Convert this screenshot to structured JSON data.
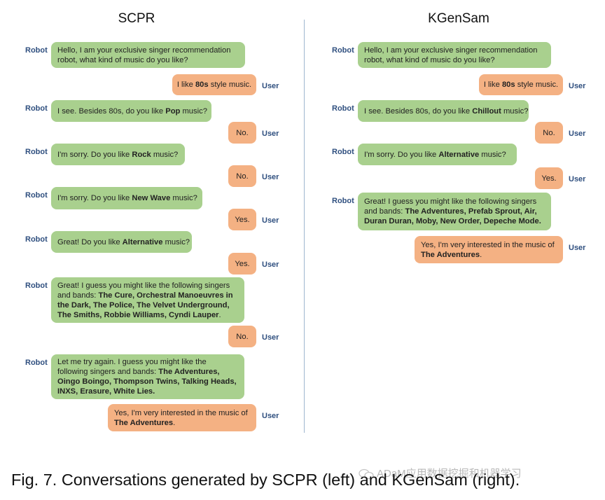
{
  "left": {
    "title": "SCPR",
    "robot_label": "Robot",
    "user_label": "User",
    "messages": [
      {
        "who": "robot",
        "lines": [
          [
            "Hello, I am your exclusive singer recommendation"
          ],
          [
            "robot, what kind of music do you like?"
          ]
        ]
      },
      {
        "who": "user",
        "lines": [
          [
            "I like ",
            {
              "b": "80s"
            },
            " style music."
          ]
        ]
      },
      {
        "who": "robot",
        "lines": [
          [
            "I see. Besides 80s, do you like ",
            {
              "b": "Pop"
            },
            " music?"
          ]
        ]
      },
      {
        "who": "user",
        "lines": [
          [
            "No."
          ]
        ]
      },
      {
        "who": "robot",
        "lines": [
          [
            "I'm sorry. Do you like ",
            {
              "b": "Rock"
            },
            " music?"
          ]
        ]
      },
      {
        "who": "user",
        "lines": [
          [
            "No."
          ]
        ]
      },
      {
        "who": "robot",
        "lines": [
          [
            "I'm sorry. Do you like ",
            {
              "b": "New Wave"
            },
            " music?"
          ]
        ]
      },
      {
        "who": "user",
        "lines": [
          [
            "Yes."
          ]
        ]
      },
      {
        "who": "robot",
        "lines": [
          [
            "Great! Do you like ",
            {
              "b": "Alternative"
            },
            " music?"
          ]
        ]
      },
      {
        "who": "user",
        "lines": [
          [
            "Yes."
          ]
        ]
      },
      {
        "who": "robot",
        "lines": [
          [
            "Great! I guess you might like the following singers"
          ],
          [
            "and bands: ",
            {
              "b": "The Cure, Orchestral Manoeuvres in"
            }
          ],
          [
            {
              "b": "the Dark, The Police, The Velvet Underground,"
            }
          ],
          [
            {
              "b": "The Smiths, Robbie Williams, Cyndi Lauper"
            },
            "."
          ]
        ]
      },
      {
        "who": "user",
        "lines": [
          [
            "No."
          ]
        ]
      },
      {
        "who": "robot",
        "lines": [
          [
            "Let me try again. I guess you might like the"
          ],
          [
            "following singers and bands: ",
            {
              "b": "The Adventures,"
            }
          ],
          [
            {
              "b": "Oingo Boingo, Thompson Twins, Talking Heads,"
            }
          ],
          [
            {
              "b": "INXS, Erasure, White Lies."
            }
          ]
        ]
      },
      {
        "who": "user",
        "lines": [
          [
            "Yes, I'm very interested in the music of"
          ],
          [
            {
              "b": "The Adventures"
            },
            "."
          ]
        ]
      }
    ]
  },
  "right": {
    "title": "KGenSam",
    "robot_label": "Robot",
    "user_label": "User",
    "messages": [
      {
        "who": "robot",
        "lines": [
          [
            "Hello, I am your exclusive singer recommendation"
          ],
          [
            "robot, what kind of music do you like?"
          ]
        ]
      },
      {
        "who": "user",
        "lines": [
          [
            "I like ",
            {
              "b": "80s"
            },
            " style music."
          ]
        ]
      },
      {
        "who": "robot",
        "lines": [
          [
            "I see. Besides 80s, do you like ",
            {
              "b": "Chillout"
            },
            " music?"
          ]
        ]
      },
      {
        "who": "user",
        "lines": [
          [
            "No."
          ]
        ]
      },
      {
        "who": "robot",
        "lines": [
          [
            "I'm sorry. Do you like ",
            {
              "b": "Alternative"
            },
            " music?"
          ]
        ]
      },
      {
        "who": "user",
        "lines": [
          [
            "Yes."
          ]
        ]
      },
      {
        "who": "robot",
        "lines": [
          [
            "Great! I guess you might like the following singers"
          ],
          [
            "and bands: ",
            {
              "b": "The Adventures, Prefab Sprout, Air,"
            }
          ],
          [
            {
              "b": "Duran Duran, Moby, New Order, Depeche Mode."
            }
          ]
        ]
      },
      {
        "who": "user",
        "lines": [
          [
            "Yes, I'm very interested in the music of"
          ],
          [
            {
              "b": "The Adventures"
            },
            "."
          ]
        ]
      }
    ]
  },
  "caption": "Fig. 7. Conversations generated by SCPR (left) and KGenSam (right).",
  "watermark": "ADaM应用数据挖掘和机器学习"
}
